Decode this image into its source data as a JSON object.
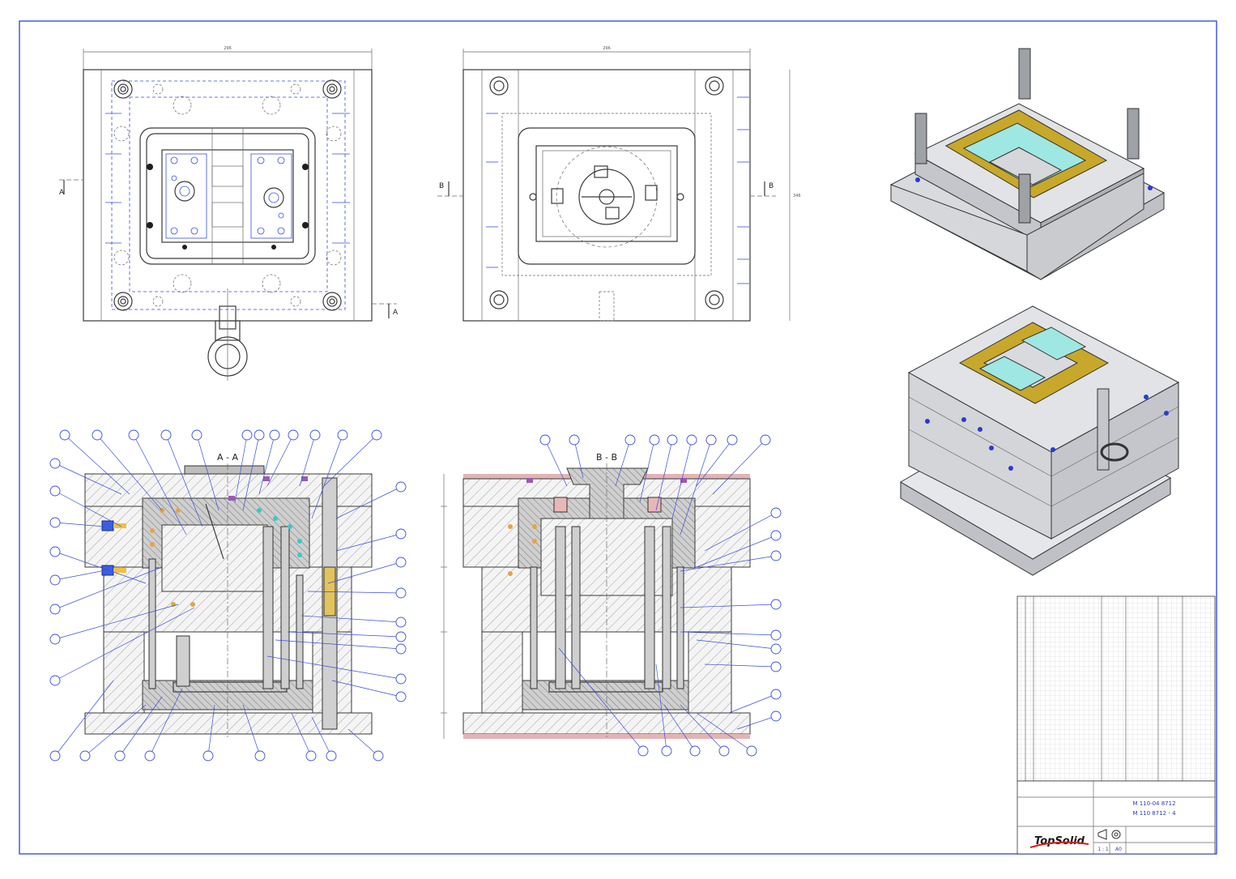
{
  "views": {
    "section_a_title": "A - A",
    "section_b_title": "B - B",
    "section_markers": [
      "A",
      "A",
      "B",
      "B"
    ],
    "dim_top_left": "296",
    "dim_top_right": "296",
    "dim_right_side": "346"
  },
  "title_block": {
    "part_number": "M 110-04 8712",
    "drawing_number": "M 110 8712 - 4",
    "scale": "1 : 1",
    "sheet_size": "A0",
    "logo_text": "TopSolid"
  },
  "colors": {
    "frame": "#3a4fd8",
    "line": "#3a3a3a",
    "annotation_blue": "#3a4fd8",
    "cavity_cyan": "#9fe7e2",
    "plate_gold": "#c8a82a",
    "plate_grey": "#d9dadd",
    "section_hatch": "#8c8c8c",
    "logo_red": "#d62020"
  }
}
